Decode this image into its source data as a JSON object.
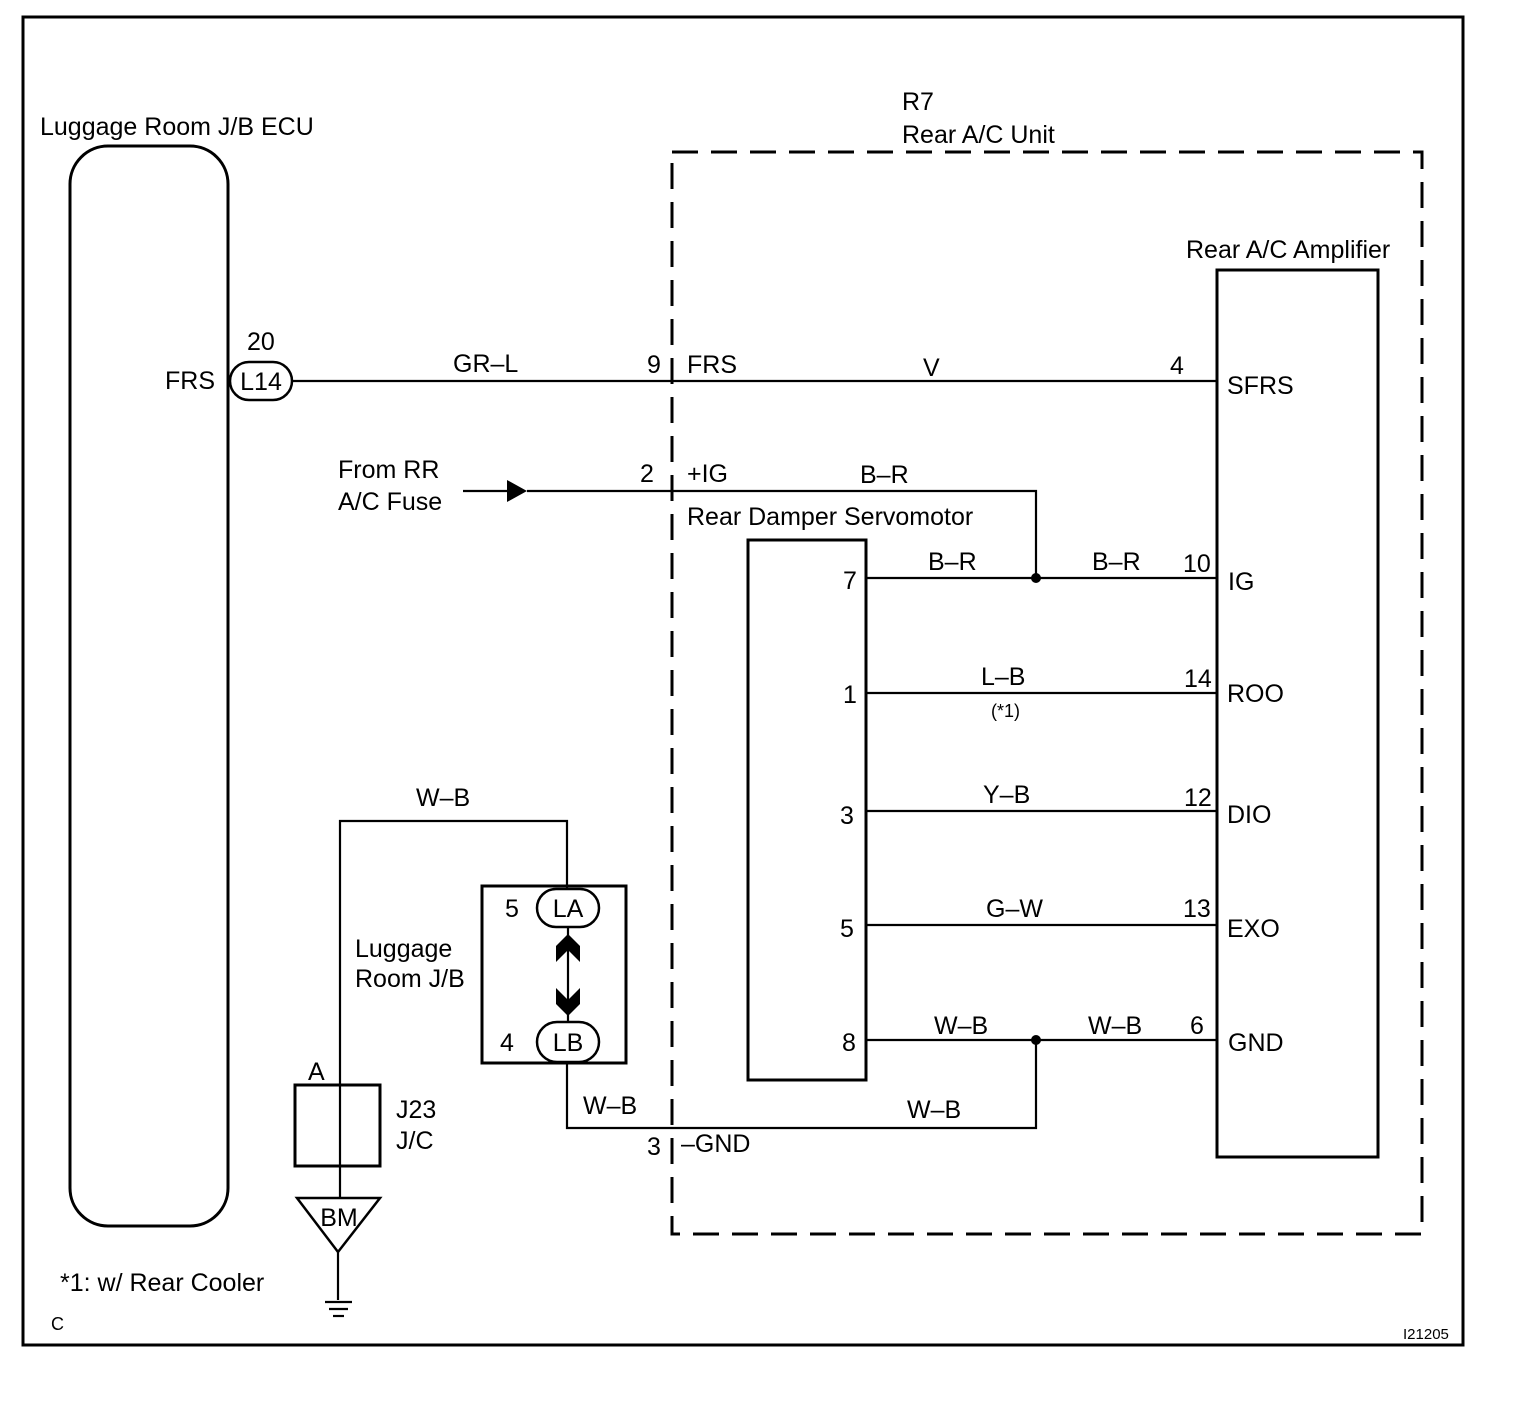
{
  "texts": {
    "ecu_title": "Luggage Room J/B ECU",
    "ecu_frs": "FRS",
    "pin_20": "20",
    "conn_l14": "L14",
    "wire_gr_l": "GR–L",
    "unit_code": "R7",
    "unit_title": "Rear A/C Unit",
    "amp_title": "Rear A/C Amplifier",
    "pin_9": "9",
    "term_frs": "FRS",
    "wire_v": "V",
    "pin_4_amp": "4",
    "amp_sfrs": "SFRS",
    "from_rr_1": "From RR",
    "from_rr_2": "A/C Fuse",
    "pin_2": "2",
    "term_ig": "+IG",
    "wire_br_top": "B–R",
    "servo_title": "Rear Damper Servomotor",
    "servo_pin_7": "7",
    "wire_br_7": "B–R",
    "wire_br_10": "B–R",
    "pin_10": "10",
    "amp_ig": "IG",
    "servo_pin_1": "1",
    "wire_lb": "L–B",
    "note_ref": "(*1)",
    "pin_14": "14",
    "amp_roo": "ROO",
    "servo_pin_3": "3",
    "wire_yb": "Y–B",
    "pin_12": "12",
    "amp_dio": "DIO",
    "servo_pin_5": "5",
    "wire_gw": "G–W",
    "pin_13": "13",
    "amp_exo": "EXO",
    "servo_pin_8": "8",
    "wire_wb_8": "W–B",
    "wire_wb_6": "W–B",
    "pin_6": "6",
    "amp_gnd": "GND",
    "wire_wb_top": "W–B",
    "jb_pin_5": "5",
    "conn_la": "LA",
    "jb_title_1": "Luggage",
    "jb_title_2": "Room J/B",
    "jb_pin_4": "4",
    "conn_lb": "LB",
    "wire_wb_lb": "W–B",
    "wire_wb_bottom": "W–B",
    "pin_3": "3",
    "term_gnd": "–GND",
    "jc_pin_a": "A",
    "jc_title_1": "J23",
    "jc_title_2": "J/C",
    "ground_bm": "BM",
    "footnote": "*1: w/ Rear Cooler",
    "corner_c": "C",
    "figure_id": "I21205"
  }
}
